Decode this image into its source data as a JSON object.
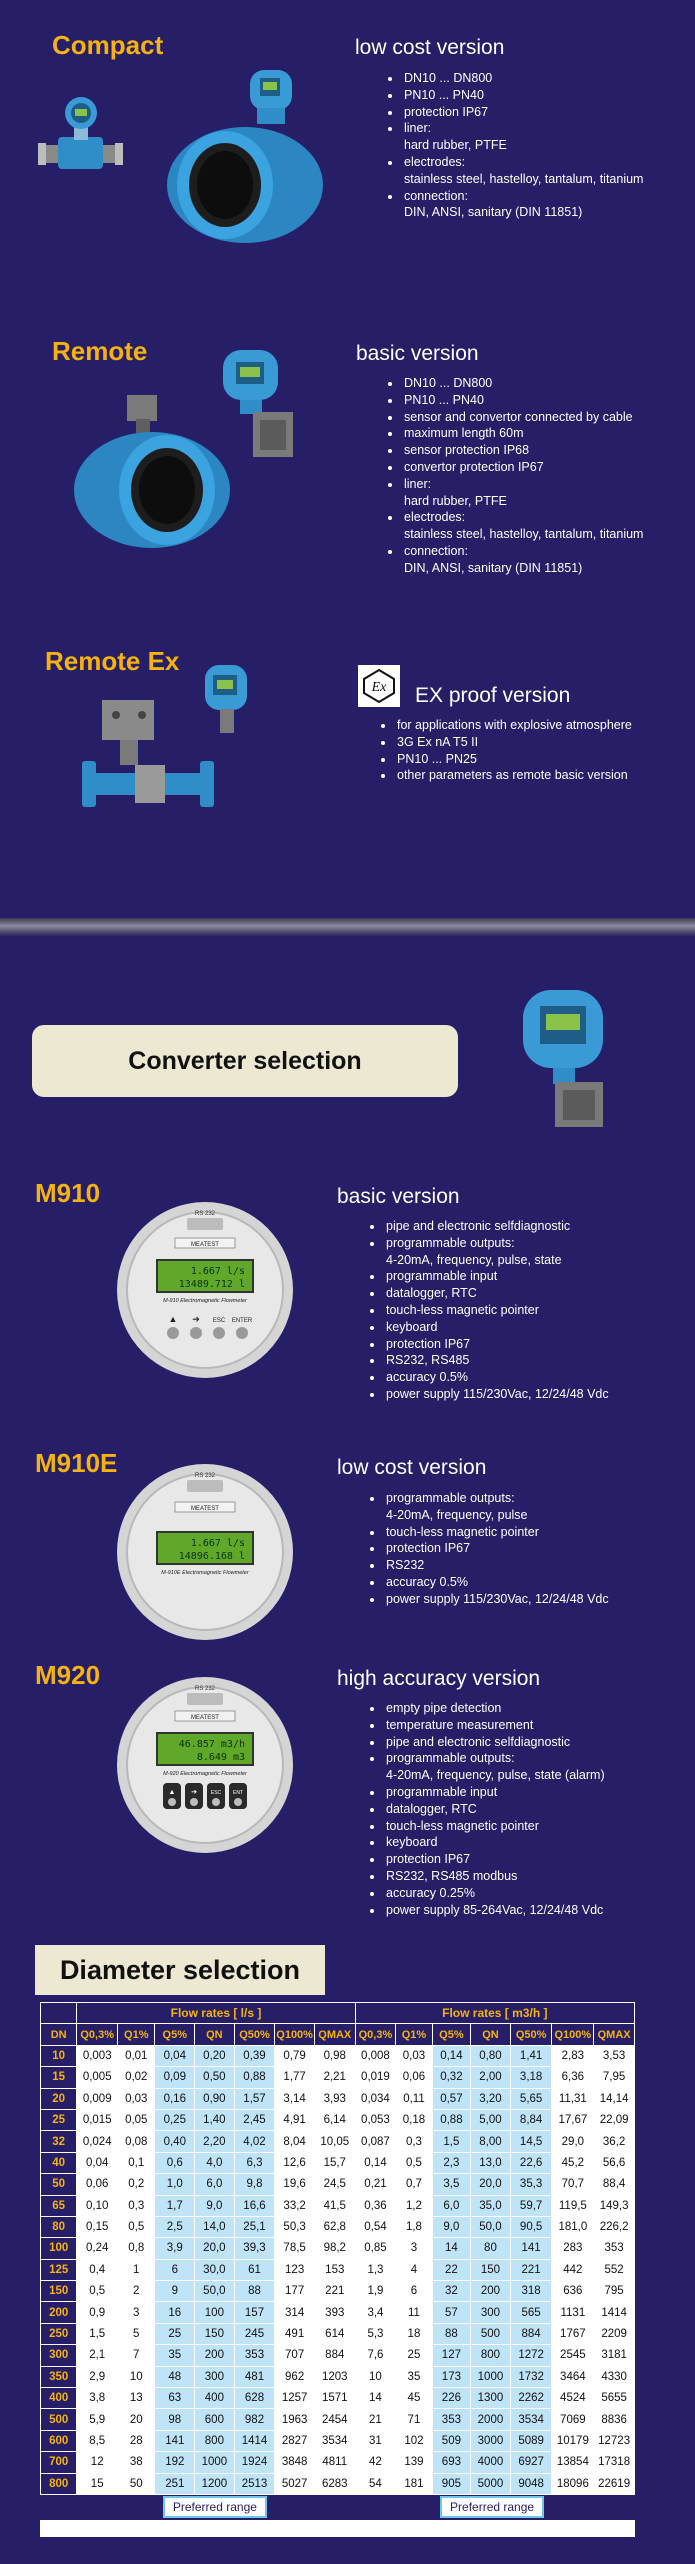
{
  "products": [
    {
      "name": "Compact",
      "version": "low cost version",
      "features": [
        "DN10 ... DN800",
        "PN10 ... PN40",
        "protection IP67",
        "liner:\nhard rubber, PTFE",
        "electrodes:\nstainless steel, hastelloy, tantalum, titanium",
        "connection:\nDIN, ANSI, sanitary (DIN 11851)"
      ]
    },
    {
      "name": "Remote",
      "version": "basic version",
      "features": [
        "DN10 ... DN800",
        "PN10 ... PN40",
        "sensor and convertor connected by cable",
        "maximum length 60m",
        "sensor protection IP68",
        "convertor protection IP67",
        "liner:\nhard rubber, PTFE",
        "electrodes:\nstainless steel, hastelloy, tantalum, titanium",
        "connection:\nDIN, ANSI, sanitary (DIN 11851)"
      ]
    },
    {
      "name": "Remote Ex",
      "version": "EX proof version",
      "ex_symbol": "Ex",
      "features": [
        "for applications with explosive atmosphere",
        "3G Ex nA T5 II",
        "PN10 ... PN25",
        "other parameters as remote basic version"
      ]
    }
  ],
  "converter_section_title": "Converter selection",
  "converters": [
    {
      "name": "M910",
      "version": "basic version",
      "display_line1": "1.667 l/s",
      "display_line2": "13489.712 l",
      "plate_label": "MEATEST",
      "brand_label": "M-910 Electromagnetic Flowmeter",
      "port_label": "RS 232",
      "keys": [
        "",
        "",
        "ESC",
        "ENTER"
      ],
      "features": [
        "pipe and electronic selfdiagnostic",
        "programmable outputs:\n4-20mA, frequency, pulse, state",
        "programmable input",
        "datalogger, RTC",
        "touch-less magnetic pointer",
        "keyboard",
        "protection IP67",
        "RS232, RS485",
        "accuracy 0.5%",
        "power supply 115/230Vac, 12/24/48 Vdc"
      ]
    },
    {
      "name": "M910E",
      "version": "low cost version",
      "display_line1": "1.667 l/s",
      "display_line2": "14896.168 l",
      "plate_label": "MEATEST",
      "brand_label": "M-910E Electromagnetic Flowmeter",
      "port_label": "RS 232",
      "features": [
        "programmable outputs:\n4-20mA, frequency, pulse",
        "touch-less magnetic pointer",
        "protection IP67",
        "RS232",
        "accuracy 0.5%",
        "power supply 115/230Vac, 12/24/48 Vdc"
      ]
    },
    {
      "name": "M920",
      "version": "high accuracy version",
      "display_line1": "46.857 m3/h",
      "display_line2": "8.649 m3",
      "plate_label": "MEATEST",
      "brand_label": "M-920 Electromagnetic Flowmeter",
      "port_label": "RS 232",
      "keys": [
        "",
        "",
        "ESC",
        "ENT"
      ],
      "features": [
        "empty pipe detection",
        "temperature measurement",
        "pipe and electronic selfdiagnostic",
        "programmable outputs:\n4-20mA, frequency, pulse, state (alarm)",
        "programmable input",
        "datalogger, RTC",
        "touch-less magnetic pointer",
        "keyboard",
        "protection IP67",
        "RS232, RS485 modbus",
        "accuracy 0.25%",
        "power supply 85-264Vac, 12/24/48 Vdc"
      ]
    }
  ],
  "diameter_section_title": "Diameter selection",
  "table": {
    "group_ls": "Flow rates [ l/s ]",
    "group_m3h": "Flow rates [ m3/h ]",
    "dn_header": "DN",
    "col_headers": [
      "Q0,3%",
      "Q1%",
      "Q5%",
      "QN",
      "Q50%",
      "Q100%",
      "QMAX"
    ],
    "preferred_label": "Preferred range",
    "rows": [
      [
        "10",
        "0,003",
        "0,01",
        "0,04",
        "0,20",
        "0,39",
        "0,79",
        "0,98",
        "0,008",
        "0,03",
        "0,14",
        "0,80",
        "1,41",
        "2,83",
        "3,53"
      ],
      [
        "15",
        "0,005",
        "0,02",
        "0,09",
        "0,50",
        "0,88",
        "1,77",
        "2,21",
        "0,019",
        "0,06",
        "0,32",
        "2,00",
        "3,18",
        "6,36",
        "7,95"
      ],
      [
        "20",
        "0,009",
        "0,03",
        "0,16",
        "0,90",
        "1,57",
        "3,14",
        "3,93",
        "0,034",
        "0,11",
        "0,57",
        "3,20",
        "5,65",
        "11,31",
        "14,14"
      ],
      [
        "25",
        "0,015",
        "0,05",
        "0,25",
        "1,40",
        "2,45",
        "4,91",
        "6,14",
        "0,053",
        "0,18",
        "0,88",
        "5,00",
        "8,84",
        "17,67",
        "22,09"
      ],
      [
        "32",
        "0,024",
        "0,08",
        "0,40",
        "2,20",
        "4,02",
        "8,04",
        "10,05",
        "0,087",
        "0,3",
        "1,5",
        "8,00",
        "14,5",
        "29,0",
        "36,2"
      ],
      [
        "40",
        "0,04",
        "0,1",
        "0,6",
        "4,0",
        "6,3",
        "12,6",
        "15,7",
        "0,14",
        "0,5",
        "2,3",
        "13,0",
        "22,6",
        "45,2",
        "56,6"
      ],
      [
        "50",
        "0,06",
        "0,2",
        "1,0",
        "6,0",
        "9,8",
        "19,6",
        "24,5",
        "0,21",
        "0,7",
        "3,5",
        "20,0",
        "35,3",
        "70,7",
        "88,4"
      ],
      [
        "65",
        "0,10",
        "0,3",
        "1,7",
        "9,0",
        "16,6",
        "33,2",
        "41,5",
        "0,36",
        "1,2",
        "6,0",
        "35,0",
        "59,7",
        "119,5",
        "149,3"
      ],
      [
        "80",
        "0,15",
        "0,5",
        "2,5",
        "14,0",
        "25,1",
        "50,3",
        "62,8",
        "0,54",
        "1,8",
        "9,0",
        "50,0",
        "90,5",
        "181,0",
        "226,2"
      ],
      [
        "100",
        "0,24",
        "0,8",
        "3,9",
        "20,0",
        "39,3",
        "78,5",
        "98,2",
        "0,85",
        "3",
        "14",
        "80",
        "141",
        "283",
        "353"
      ],
      [
        "125",
        "0,4",
        "1",
        "6",
        "30,0",
        "61",
        "123",
        "153",
        "1,3",
        "4",
        "22",
        "150",
        "221",
        "442",
        "552"
      ],
      [
        "150",
        "0,5",
        "2",
        "9",
        "50,0",
        "88",
        "177",
        "221",
        "1,9",
        "6",
        "32",
        "200",
        "318",
        "636",
        "795"
      ],
      [
        "200",
        "0,9",
        "3",
        "16",
        "100",
        "157",
        "314",
        "393",
        "3,4",
        "11",
        "57",
        "300",
        "565",
        "1131",
        "1414"
      ],
      [
        "250",
        "1,5",
        "5",
        "25",
        "150",
        "245",
        "491",
        "614",
        "5,3",
        "18",
        "88",
        "500",
        "884",
        "1767",
        "2209"
      ],
      [
        "300",
        "2,1",
        "7",
        "35",
        "200",
        "353",
        "707",
        "884",
        "7,6",
        "25",
        "127",
        "800",
        "1272",
        "2545",
        "3181"
      ],
      [
        "350",
        "2,9",
        "10",
        "48",
        "300",
        "481",
        "962",
        "1203",
        "10",
        "35",
        "173",
        "1000",
        "1732",
        "3464",
        "4330"
      ],
      [
        "400",
        "3,8",
        "13",
        "63",
        "400",
        "628",
        "1257",
        "1571",
        "14",
        "45",
        "226",
        "1300",
        "2262",
        "4524",
        "5655"
      ],
      [
        "500",
        "5,9",
        "20",
        "98",
        "600",
        "982",
        "1963",
        "2454",
        "21",
        "71",
        "353",
        "2000",
        "3534",
        "7069",
        "8836"
      ],
      [
        "600",
        "8,5",
        "28",
        "141",
        "800",
        "1414",
        "2827",
        "3534",
        "31",
        "102",
        "509",
        "3000",
        "5089",
        "10179",
        "12723"
      ],
      [
        "700",
        "12",
        "38",
        "192",
        "1000",
        "1924",
        "3848",
        "4811",
        "42",
        "139",
        "693",
        "4000",
        "6927",
        "13854",
        "17318"
      ],
      [
        "800",
        "15",
        "50",
        "251",
        "1200",
        "2513",
        "5027",
        "6283",
        "54",
        "181",
        "905",
        "5000",
        "9048",
        "18096",
        "22619"
      ]
    ]
  },
  "colors": {
    "background": "#261e66",
    "title_accent": "#f6b20f",
    "label_panel": "#ece8d2",
    "preferred_cell": "#bfe3f7",
    "lcd": "#5fa82a"
  }
}
